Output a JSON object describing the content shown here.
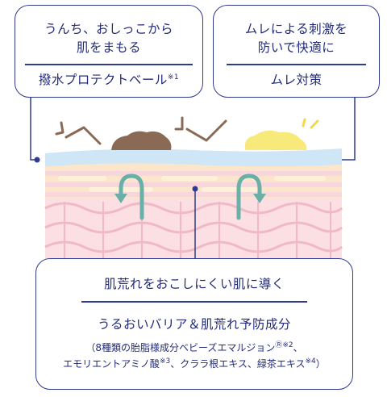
{
  "callouts": {
    "left": {
      "heading_line1": "うんち、おしっこから",
      "heading_line2": "肌をまもる",
      "feature": "撥水プロテクトベール",
      "feature_note": "※1"
    },
    "right": {
      "heading_line1": "ムレによる刺激を",
      "heading_line2": "防いで快適に",
      "feature": "ムレ対策"
    },
    "bottom": {
      "heading": "肌荒れをおこしにくい肌に導く",
      "feature": "うるおいバリア＆肌荒れ予防成分",
      "ingredients_line1_a": "（8種類の胎脂様成分ベビーズエマルジョン",
      "ingredients_line1_mark": "Ⓡ※2",
      "ingredients_line1_b": "、",
      "ingredients_line2_a": "エモリエントアミノ酸",
      "ingredients_line2_mark1": "※3",
      "ingredients_line2_b": "、クララ根エキス、緑茶エキス",
      "ingredients_line2_mark2": "※4",
      "ingredients_line2_c": "）"
    }
  },
  "colors": {
    "navy": "#2f3b8f",
    "barrier": "#cfe6f6",
    "skin_top": "#fbe8c8",
    "skin_band": "#f7d9e2",
    "skin_cells": "#f3c6cf",
    "poop": "#8a6a55",
    "urine": "#f7ea7a",
    "arrow_brown": "#8a6a55",
    "arrow_teal": "#6bb0a8"
  }
}
